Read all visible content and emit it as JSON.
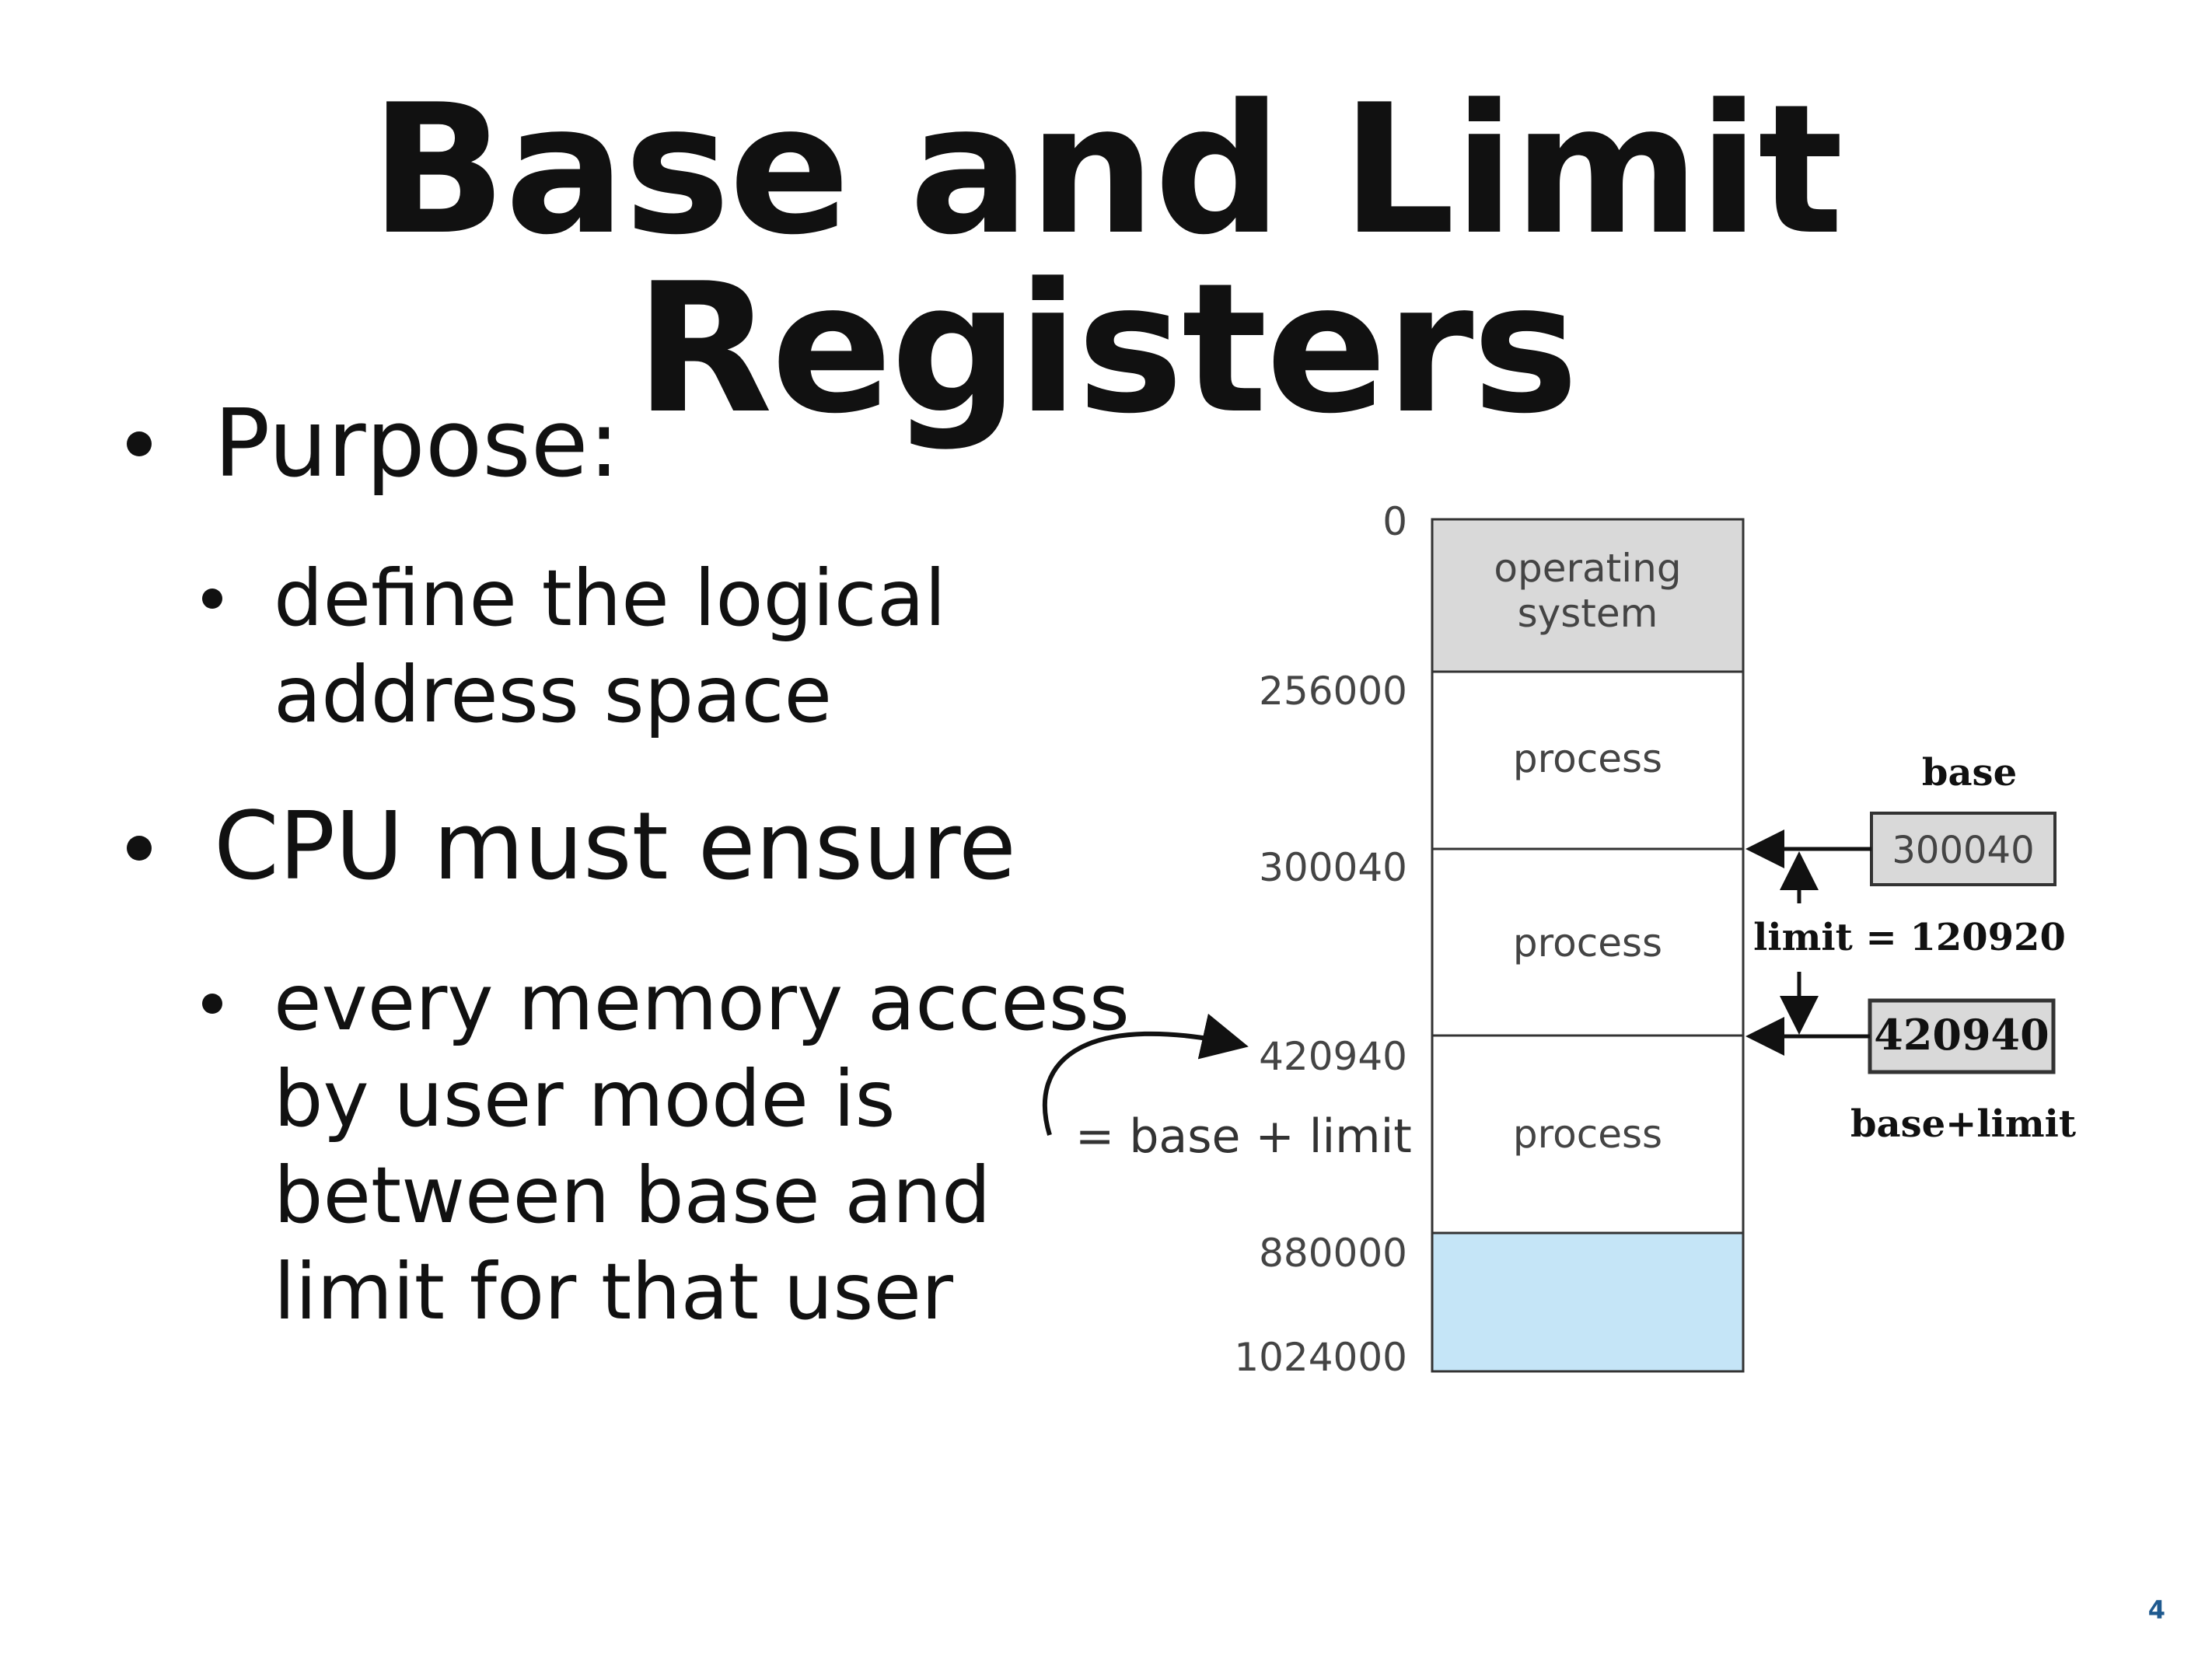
{
  "title": "Base and Limit Registers",
  "bullets": [
    {
      "text": "Purpose:",
      "sub": [
        "define the logical",
        "address space"
      ]
    },
    {
      "text": "CPU must ensure",
      "sub": [
        "every memory access",
        "by user mode is",
        "between base and",
        "limit for that user"
      ]
    }
  ],
  "diagram": {
    "addresses": [
      "0",
      "256000",
      "300040",
      "420940",
      "880000",
      "1024000"
    ],
    "segments": [
      {
        "lines": [
          "operating",
          "system"
        ],
        "color": "#d9d9d9"
      },
      {
        "lines": [
          "process"
        ],
        "color": "#ffffff"
      },
      {
        "lines": [
          "process"
        ],
        "color": "#ffffff"
      },
      {
        "lines": [
          "process"
        ],
        "color": "#ffffff"
      },
      {
        "lines": [],
        "color": "#c5e5f7"
      }
    ],
    "base_label": "base",
    "base_value": "300040",
    "limit_label": "limit = 120920",
    "limit_value": "420940",
    "limit_value_label": "base+limit",
    "annotation": "= base + limit"
  },
  "page_number": "4"
}
